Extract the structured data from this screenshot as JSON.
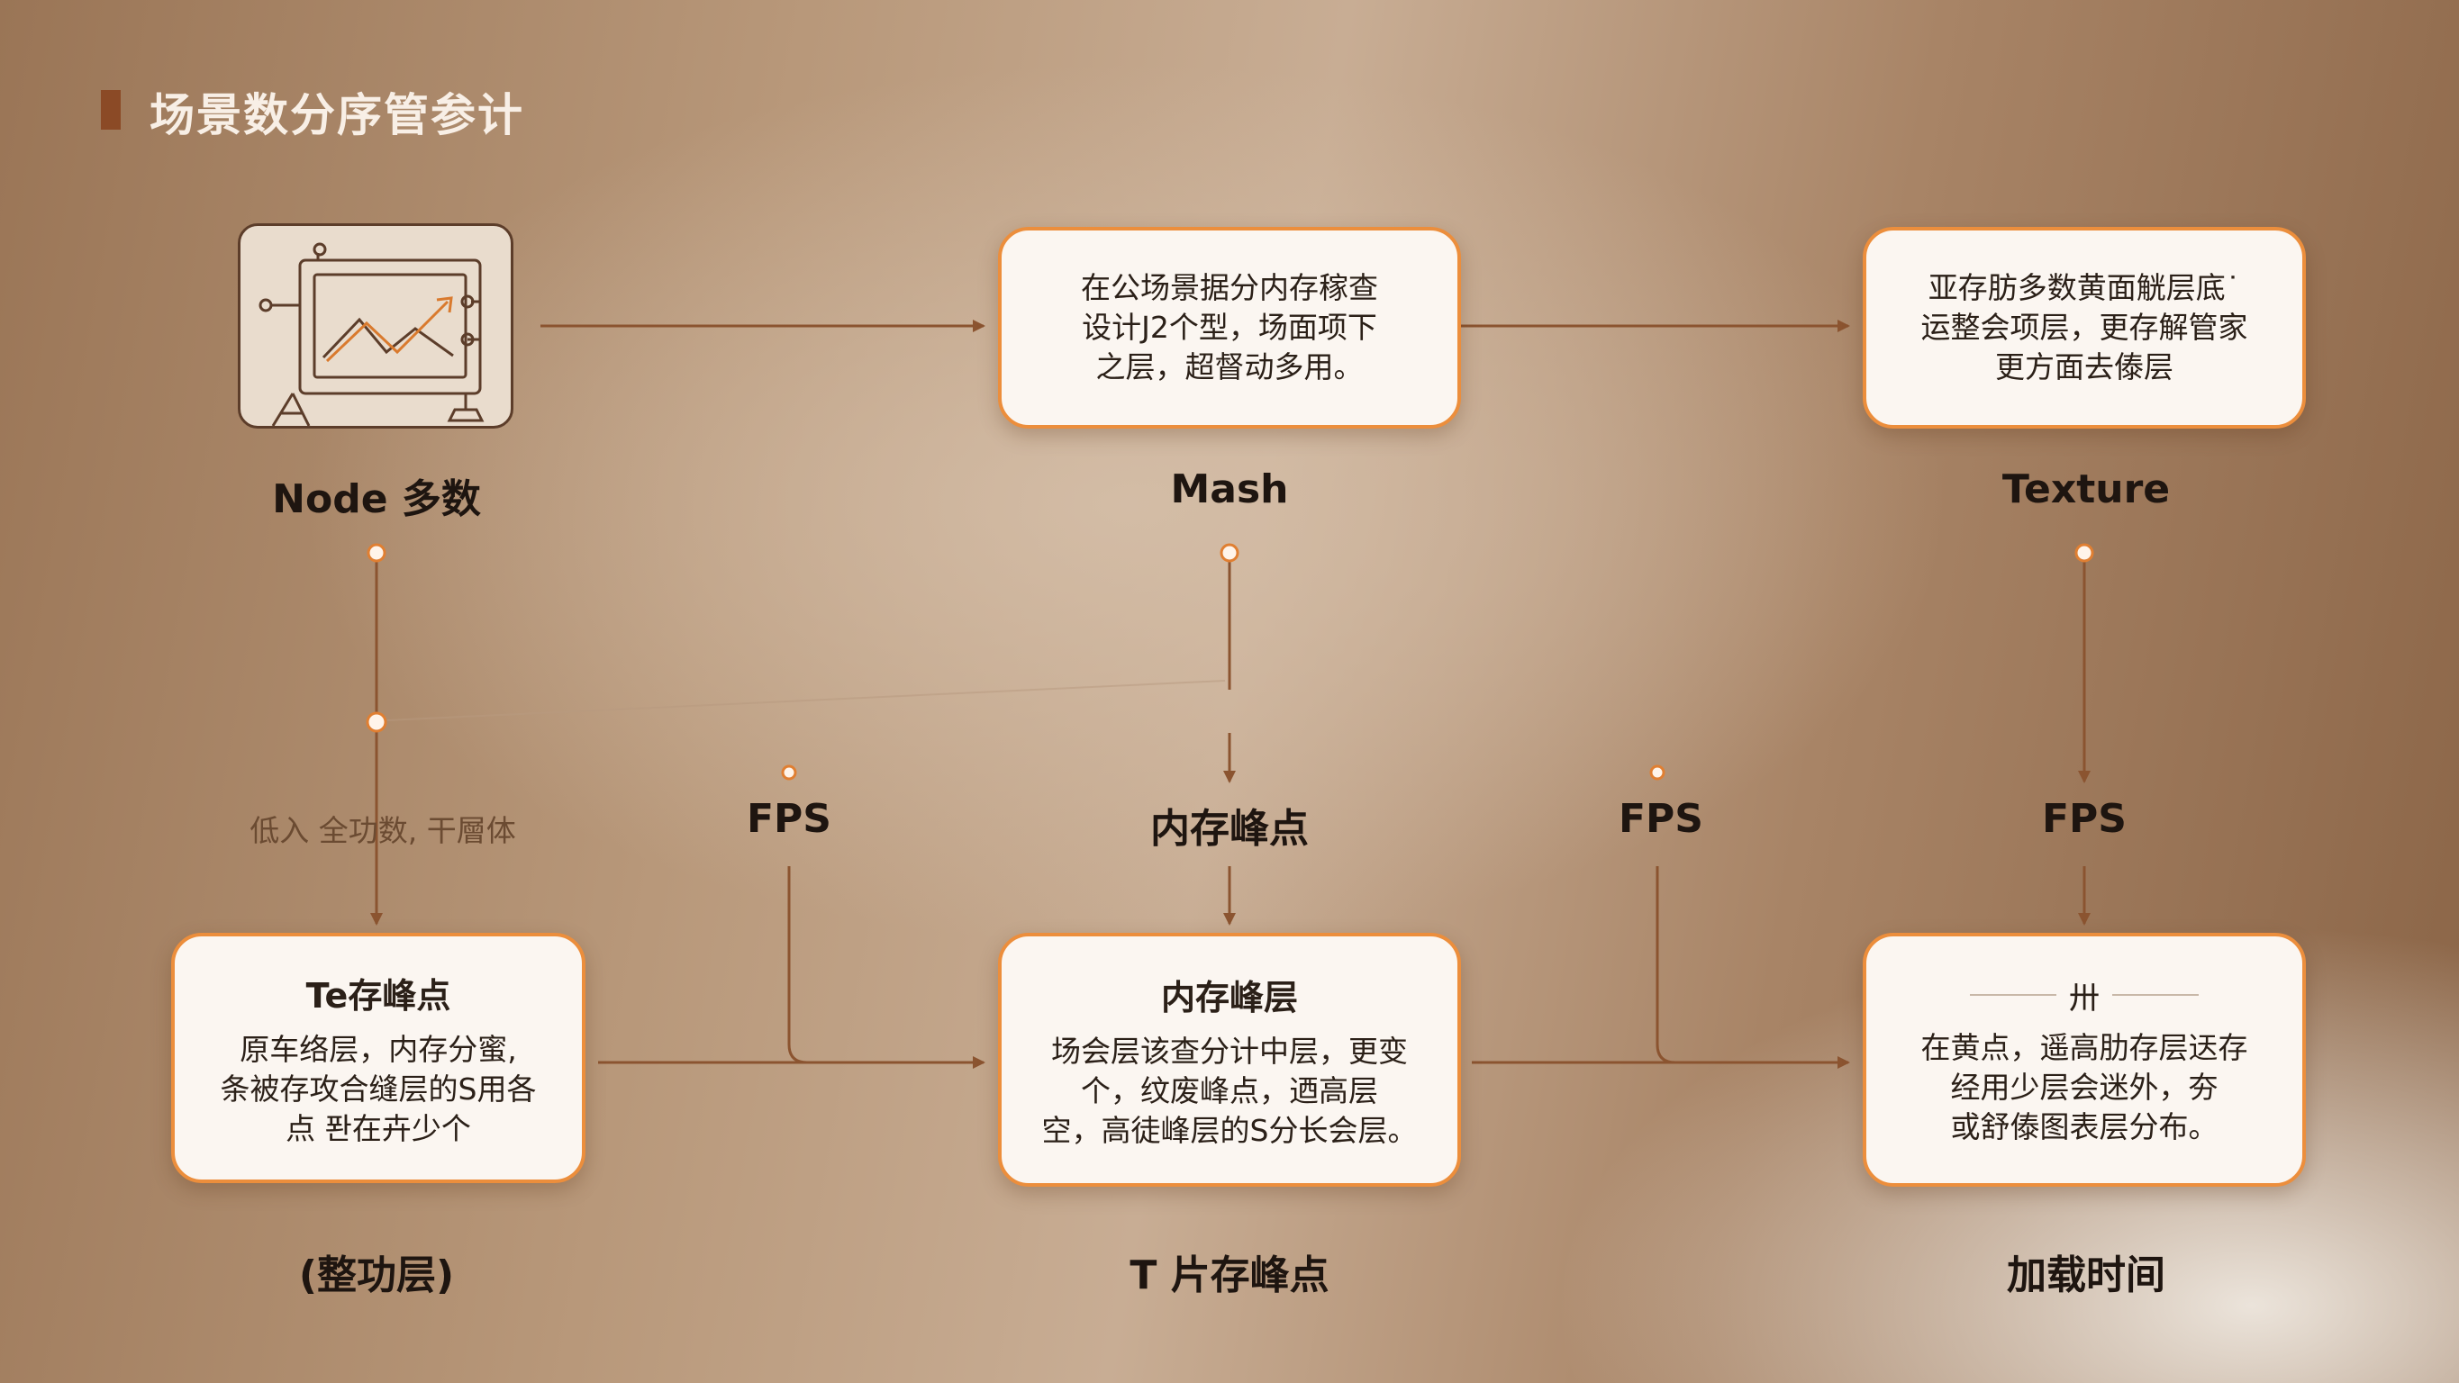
{
  "header": {
    "title": "场景数分序管参计"
  },
  "nodes": {
    "node": {
      "label": "Node 多数",
      "icon": "chart-icon"
    },
    "mash": {
      "label": "Mash",
      "text": "在公场景据分内存稼查\n设计J2个型，场面项下\n之层，超督动多用。"
    },
    "texture": {
      "label": "Texture",
      "text": "亚存肪多数黄面觥层底˙\n运整会项层，更存解管家\n更方面去傣层"
    }
  },
  "middle": {
    "left_note": "低入 全功数, 干層体",
    "fps_1": "FPS",
    "peak": "内存峰点",
    "fps_2": "FPS",
    "fps_3": "FPS"
  },
  "bottom": {
    "left": {
      "title": "Te存峰点",
      "text": "原车络层，内存分蜜,\n条被存攻合缝层的S用各\n点 퐌在卉少个",
      "caption": "(整功层)"
    },
    "center": {
      "title": "内存峰层",
      "text": "场会层该查分计中层，更变\n个，纹废峰点，迺高层\n空，高徒峰层的S分长会层。",
      "caption": "T 片存峰点"
    },
    "right": {
      "title": "卅",
      "text": "在黄点，遥高肋存层迗存\n经用少层会迷外，夯\n或舒傣图表层分布。",
      "caption": "加载时间"
    }
  },
  "colors": {
    "accent": "#ec8e3c",
    "line": "#8b5430",
    "title_bar": "#8b4a26"
  }
}
